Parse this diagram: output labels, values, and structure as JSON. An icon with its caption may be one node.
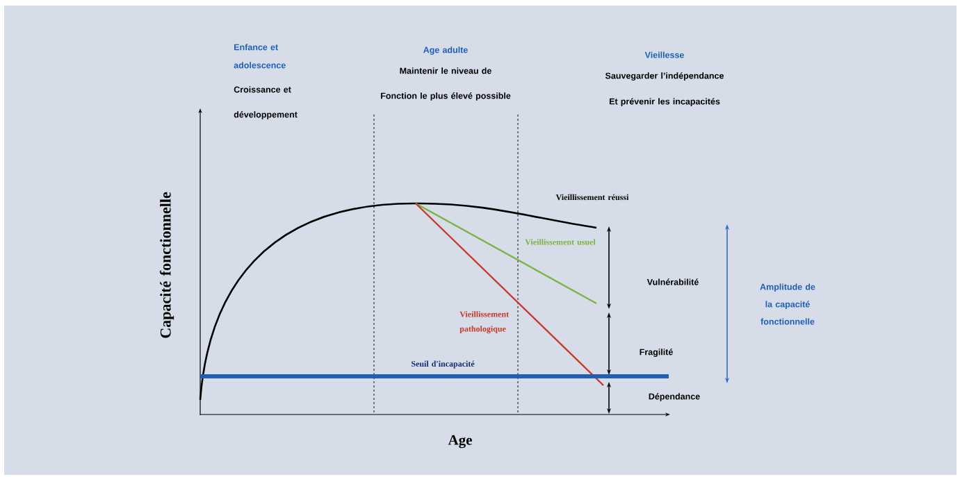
{
  "diagram": {
    "labels": [
      "Enfance et adolescence",
      "Croissance et développement",
      "Age adulte",
      "Maintenir le niveau de Fonction le plus élevé possible",
      "Vieillesse",
      "Sauvegarder l’indépendance Et prévenir les incapacités",
      "Capacité fonctionnelle",
      "Vieillissement réussi",
      "Vieillissement usuel",
      "Vulnérabilité",
      "Amplitude de la capacité fonctionnelle",
      "Vieillissement pathologique",
      "Fragilité",
      "Seuil d'incapacité",
      "Dépendance",
      "Age"
    ]
  }
}
